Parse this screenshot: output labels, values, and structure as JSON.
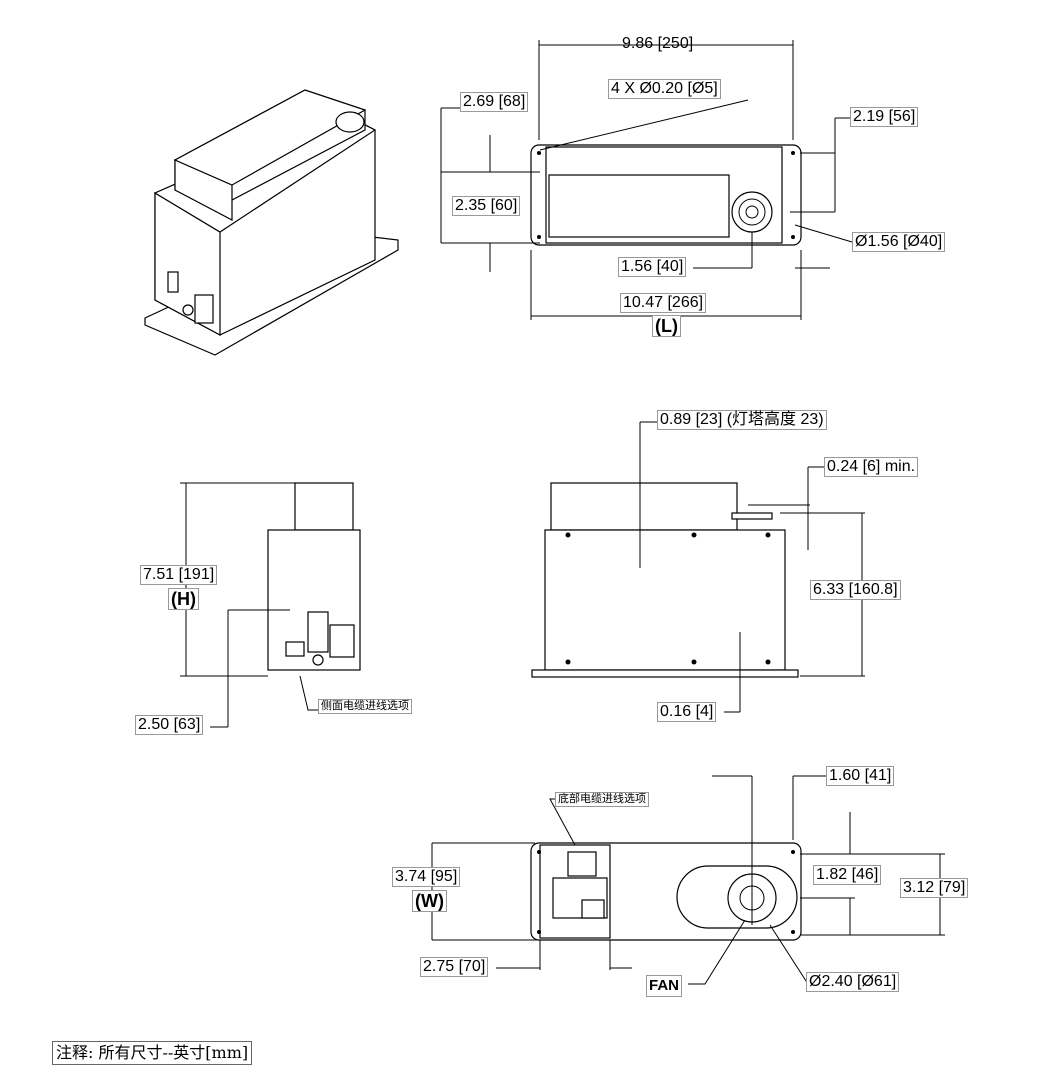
{
  "top_view": {
    "length_overall": "9.86 [250]",
    "mount_holes": "4 X Ø0.20 [Ø5]",
    "offset_left": "2.69 [68]",
    "offset_right": "2.19 [56]",
    "hole_spacing": "2.35 [60]",
    "beacon_diameter": "Ø1.56 [Ø40]",
    "beacon_offset": "1.56 [40]",
    "length_base": "10.47 [266]",
    "length_symbol": "(L)"
  },
  "side_views": {
    "beacon_height": "0.89 [23] (灯塔高度 23)",
    "clearance": "0.24 [6] min.",
    "height_total": "7.51 [191]",
    "height_symbol": "(H)",
    "body_height": "6.33 [160.8]",
    "connector_height": "2.50 [63]",
    "side_cable_option": "侧面电缆进线选项",
    "base_thickness": "0.16 [4]"
  },
  "bottom_view": {
    "fan_offset": "1.60 [41]",
    "bottom_cable_option": "底部电缆进线选项",
    "width_total": "3.74 [95]",
    "width_symbol": "(W)",
    "fan_center": "1.82 [46]",
    "hole_spacing": "3.12 [79]",
    "panel_offset": "2.75 [70]",
    "fan_label": "FAN",
    "fan_diameter": "Ø2.40 [Ø61]"
  },
  "note": "注释: 所有尺寸--英寸[mm]"
}
